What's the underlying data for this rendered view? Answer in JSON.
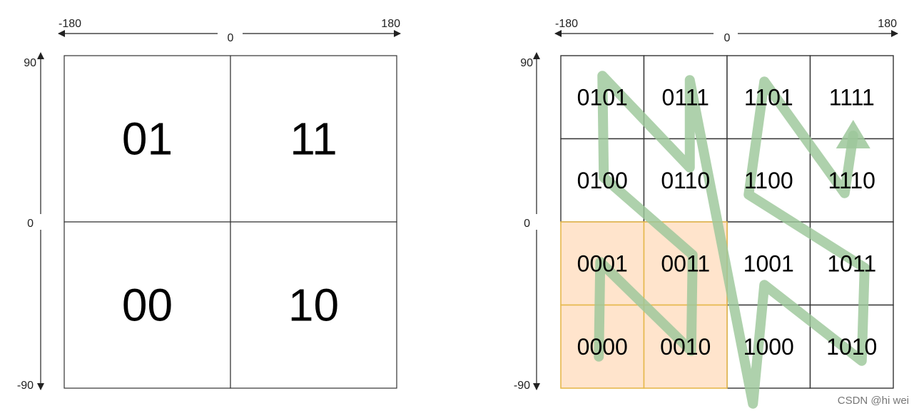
{
  "left_diagram": {
    "x_axis": {
      "min_label": "-180",
      "mid_label": "0",
      "max_label": "180"
    },
    "y_axis": {
      "max_label": "90",
      "mid_label": "0",
      "min_label": "-90"
    },
    "quadrants": [
      {
        "label": "01",
        "row": 0,
        "col": 0
      },
      {
        "label": "11",
        "row": 0,
        "col": 1
      },
      {
        "label": "00",
        "row": 1,
        "col": 0
      },
      {
        "label": "10",
        "row": 1,
        "col": 1
      }
    ]
  },
  "right_diagram": {
    "x_axis": {
      "min_label": "-180",
      "mid_label": "0",
      "max_label": "180"
    },
    "y_axis": {
      "max_label": "90",
      "mid_label": "0",
      "min_label": "-90"
    },
    "cells": [
      {
        "label": "0101",
        "row": 0,
        "col": 0,
        "highlight": false
      },
      {
        "label": "0111",
        "row": 0,
        "col": 1,
        "highlight": false
      },
      {
        "label": "1101",
        "row": 0,
        "col": 2,
        "highlight": false
      },
      {
        "label": "1111",
        "row": 0,
        "col": 3,
        "highlight": false
      },
      {
        "label": "0100",
        "row": 1,
        "col": 0,
        "highlight": false
      },
      {
        "label": "0110",
        "row": 1,
        "col": 1,
        "highlight": false
      },
      {
        "label": "1100",
        "row": 1,
        "col": 2,
        "highlight": false
      },
      {
        "label": "1110",
        "row": 1,
        "col": 3,
        "highlight": false
      },
      {
        "label": "0001",
        "row": 2,
        "col": 0,
        "highlight": true
      },
      {
        "label": "0011",
        "row": 2,
        "col": 1,
        "highlight": true
      },
      {
        "label": "1001",
        "row": 2,
        "col": 2,
        "highlight": false
      },
      {
        "label": "1011",
        "row": 2,
        "col": 3,
        "highlight": false
      },
      {
        "label": "0000",
        "row": 3,
        "col": 0,
        "highlight": true
      },
      {
        "label": "0010",
        "row": 3,
        "col": 1,
        "highlight": true
      },
      {
        "label": "1000",
        "row": 3,
        "col": 2,
        "highlight": false
      },
      {
        "label": "1010",
        "row": 3,
        "col": 3,
        "highlight": false
      }
    ],
    "highlight_fill": "#ffe4cc",
    "highlight_stroke": "#e6b84d",
    "curve_color": "#9cc79a",
    "curve_order": [
      "0000",
      "0001",
      "0010",
      "0011",
      "0100",
      "0101",
      "0110",
      "0111",
      "1000",
      "1001",
      "1010",
      "1011",
      "1100",
      "1101",
      "1110",
      "1111"
    ]
  },
  "watermark": "CSDN @hi wei"
}
